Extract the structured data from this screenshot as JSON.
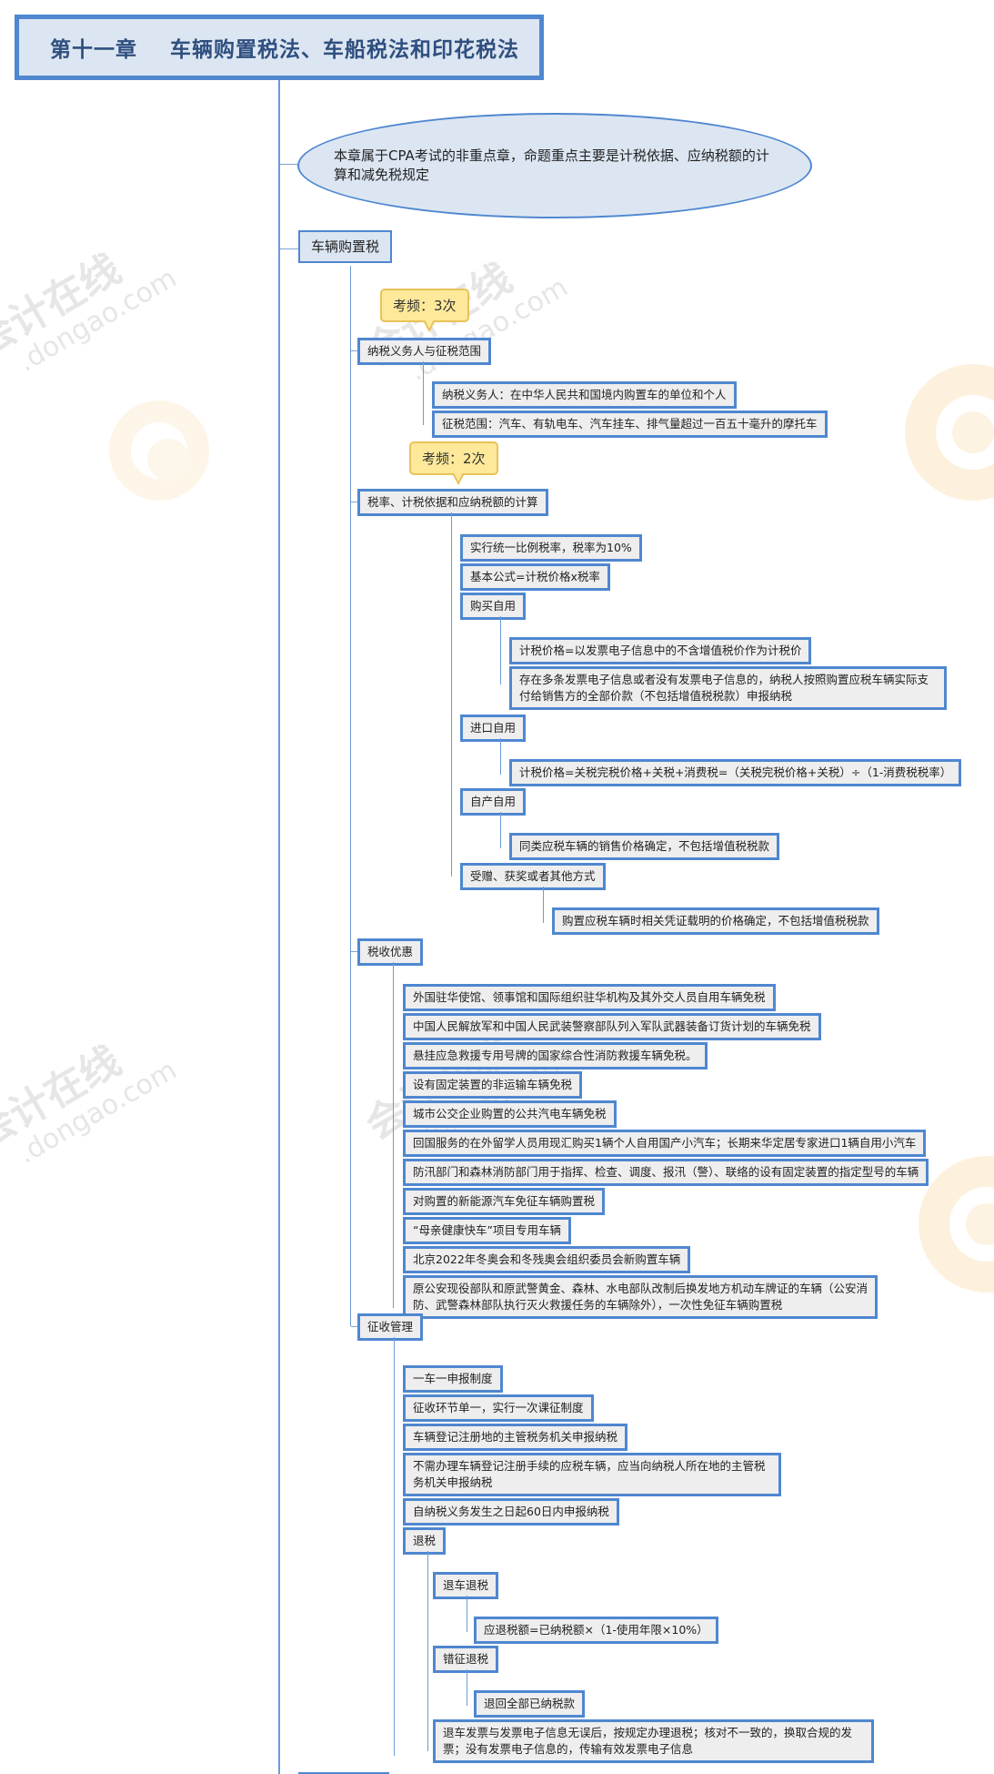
{
  "title": "第十一章    车辆购置税法、车船税法和印花税法",
  "summary": "本章属于CPA考试的非重点章，命题重点主要是计税依据、应纳税额的计算和减免税规定",
  "watermark": {
    "text": "会计在线",
    "url": ".dongao.com"
  },
  "topic": {
    "label": "车辆购置税",
    "sections": [
      {
        "label": "纳税义务人与征税范围",
        "callout": "考频：3次",
        "items": [
          "纳税义务人：在中华人民共和国境内购置车的单位和个人",
          "征税范围：汽车、有轨电车、汽车挂车、排气量超过一百五十毫升的摩托车"
        ]
      },
      {
        "label": "税率、计税依据和应纳税额的计算",
        "callout": "考频：2次",
        "items": [
          {
            "label": "实行统一比例税率，税率为10%"
          },
          {
            "label": "基本公式=计税价格x税率"
          },
          {
            "label": "购买自用",
            "children": [
              "计税价格=以发票电子信息中的不含增值税价作为计税价",
              "存在多条发票电子信息或者没有发票电子信息的，纳税人按照购置应税车辆实际支付给销售方的全部价款（不包括增值税税款）申报纳税"
            ]
          },
          {
            "label": "进口自用",
            "children": [
              "计税价格=关税完税价格+关税+消费税=（关税完税价格+关税）÷（1-消费税税率）"
            ]
          },
          {
            "label": "自产自用",
            "children": [
              "同类应税车辆的销售价格确定，不包括增值税税款"
            ]
          },
          {
            "label": "受赠、获奖或者其他方式",
            "children": [
              "购置应税车辆时相关凭证载明的价格确定，不包括增值税税款"
            ]
          }
        ]
      },
      {
        "label": "税收优惠",
        "items": [
          "外国驻华使馆、领事馆和国际组织驻华机构及其外交人员自用车辆免税",
          "中国人民解放军和中国人民武装警察部队列入军队武器装备订货计划的车辆免税",
          "悬挂应急救援专用号牌的国家综合性消防救援车辆免税。",
          "设有固定装置的非运输车辆免税",
          "城市公交企业购置的公共汽电车辆免税",
          "回国服务的在外留学人员用现汇购买1辆个人自用国产小汽车；长期来华定居专家进口1辆自用小汽车",
          "防汛部门和森林消防部门用于指挥、检查、调度、报汛（警）、联络的设有固定装置的指定型号的车辆",
          "对购置的新能源汽车免征车辆购置税",
          "“母亲健康快车”项目专用车辆",
          "北京2022年冬奥会和冬残奥会组织委员会新购置车辆",
          "原公安现役部队和原武警黄金、森林、水电部队改制后换发地方机动车牌证的车辆（公安消防、武警森林部队执行灭火救援任务的车辆除外），一次性免征车辆购置税"
        ]
      },
      {
        "label": "征收管理",
        "items": [
          {
            "label": "一车一申报制度"
          },
          {
            "label": "征收环节单一，实行一次课征制度"
          },
          {
            "label": "车辆登记注册地的主管税务机关申报纳税"
          },
          {
            "label": "不需办理车辆登记注册手续的应税车辆，应当向纳税人所在地的主管税务机关申报纳税"
          },
          {
            "label": "自纳税义务发生之日起60日内申报纳税"
          },
          {
            "label": "退税",
            "children": [
              {
                "label": "退车退税",
                "children": [
                  "应退税额=已纳税额×（1-使用年限×10%）"
                ]
              },
              {
                "label": "错征退税",
                "children": [
                  "退回全部已纳税款"
                ]
              },
              {
                "label": "退车发票与发票电子信息无误后，按规定办理退税；核对不一致的，换取合规的发票；没有发票电子信息的，传输有效发票电子信息"
              }
            ]
          }
        ]
      }
    ]
  }
}
